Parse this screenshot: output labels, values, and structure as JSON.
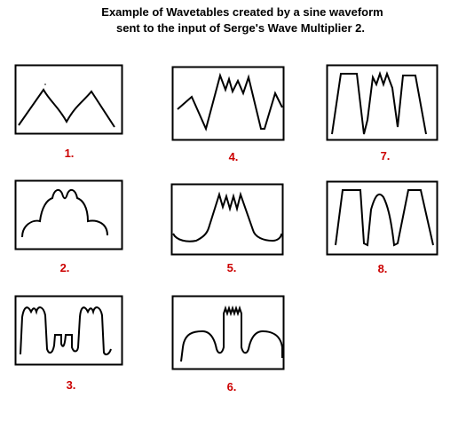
{
  "title": {
    "line1": "Example of Wavetables created by a sine waveform",
    "line2": "sent to the input of Serge's Wave Multiplier 2."
  },
  "colors": {
    "label": "#cc0000",
    "frame": "#000000",
    "background": "#ffffff"
  },
  "panels": [
    {
      "label": "1."
    },
    {
      "label": "2."
    },
    {
      "label": "3."
    },
    {
      "label": "4."
    },
    {
      "label": "5."
    },
    {
      "label": "6."
    },
    {
      "label": "7."
    },
    {
      "label": "8."
    }
  ]
}
